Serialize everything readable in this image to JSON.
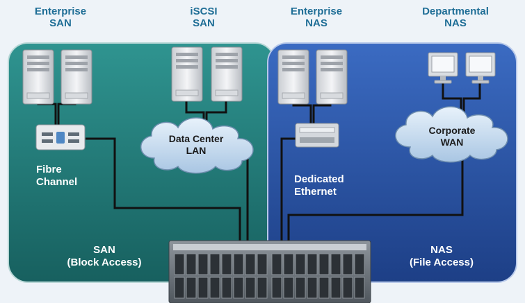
{
  "labels": {
    "enterprise_san": {
      "line1": "Enterprise",
      "line2": "SAN"
    },
    "iscsi_san": {
      "line1": "iSCSI",
      "line2": "SAN"
    },
    "enterprise_nas": {
      "line1": "Enterprise",
      "line2": "NAS"
    },
    "departmental_nas": {
      "line1": "Departmental",
      "line2": "NAS"
    }
  },
  "san_panel": {
    "fibre_channel": {
      "line1": "Fibre",
      "line2": "Channel"
    },
    "cloud": {
      "line1": "Data Center",
      "line2": "LAN"
    },
    "footer": {
      "line1": "SAN",
      "line2": "(Block Access)"
    }
  },
  "nas_panel": {
    "dedicated_ethernet": {
      "line1": "Dedicated",
      "line2": "Ethernet"
    },
    "cloud": {
      "line1": "Corporate",
      "line2": "WAN"
    },
    "footer": {
      "line1": "NAS",
      "line2": "(File Access)"
    }
  },
  "colors": {
    "san_panel": "#1f7c7a",
    "nas_panel": "#2a55a8",
    "label_blue": "#1f6e96",
    "cable": "#111111"
  },
  "icons": [
    "server-icon",
    "fibre-channel-switch-icon",
    "ethernet-switch-icon",
    "cloud-icon",
    "monitor-icon",
    "storage-array-icon"
  ]
}
